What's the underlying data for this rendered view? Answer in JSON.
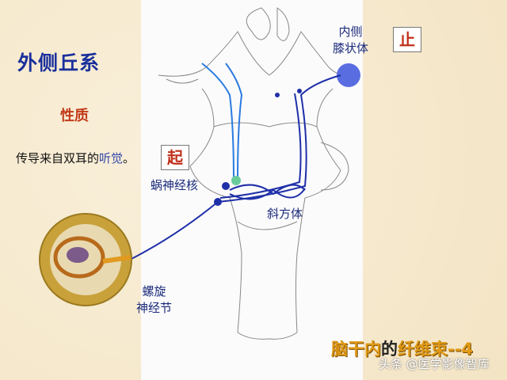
{
  "title": "外侧丘系",
  "property_label": "性质",
  "description": {
    "prefix": "传导来自双耳的",
    "highlight": "听觉",
    "suffix": "。"
  },
  "start_box": "起",
  "end_box": "止",
  "labels": {
    "medial_geniculate_line1": "内侧",
    "medial_geniculate_line2": "膝状体",
    "cochlear_nucleus": "蜗神经核",
    "trapezoid_body": "斜方体",
    "spiral_ganglion_line1": "螺旋",
    "spiral_ganglion_line2": "神经节"
  },
  "footer": {
    "part1": "脑干内",
    "part2": "的",
    "part3": "纤维束--4"
  },
  "watermark": "头条 @医学影像智库",
  "colors": {
    "title": "#1a2f9c",
    "accent_red": "#c23b1a",
    "footer": "#e09a16",
    "pathway": "#1f2fa8",
    "pathway_light": "#2a7be0"
  }
}
